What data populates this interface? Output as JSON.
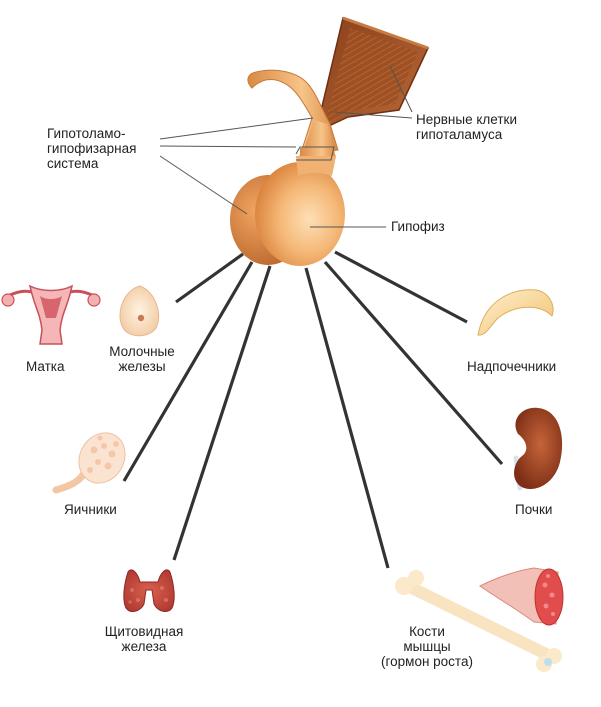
{
  "labels": {
    "system": "Гипотоламо-\nгипофизарная\nсистема",
    "nerve_cells": "Нервные клетки\nгипоталамуса",
    "pituitary": "Гипофиз",
    "uterus": "Матка",
    "mammary": "Молочные\nжелезы",
    "adrenals": "Надпочечники",
    "ovaries": "Яичники",
    "kidneys": "Почки",
    "thyroid": "Щитовидная\nжелеза",
    "bones": "Кости\nмышцы\n(гормон роста)"
  },
  "colors": {
    "gland": "#e69a4f",
    "gland_light": "#fbc98c",
    "hypothalamus": "#a0562a",
    "lines": "#333333",
    "bone": "#fbe8c4",
    "muscle": "#e25a5a"
  },
  "icons": [
    "uterus-icon",
    "breast-icon",
    "adrenal-icon",
    "ovary-icon",
    "kidney-icon",
    "thyroid-icon",
    "bone-icon",
    "muscle-icon"
  ]
}
